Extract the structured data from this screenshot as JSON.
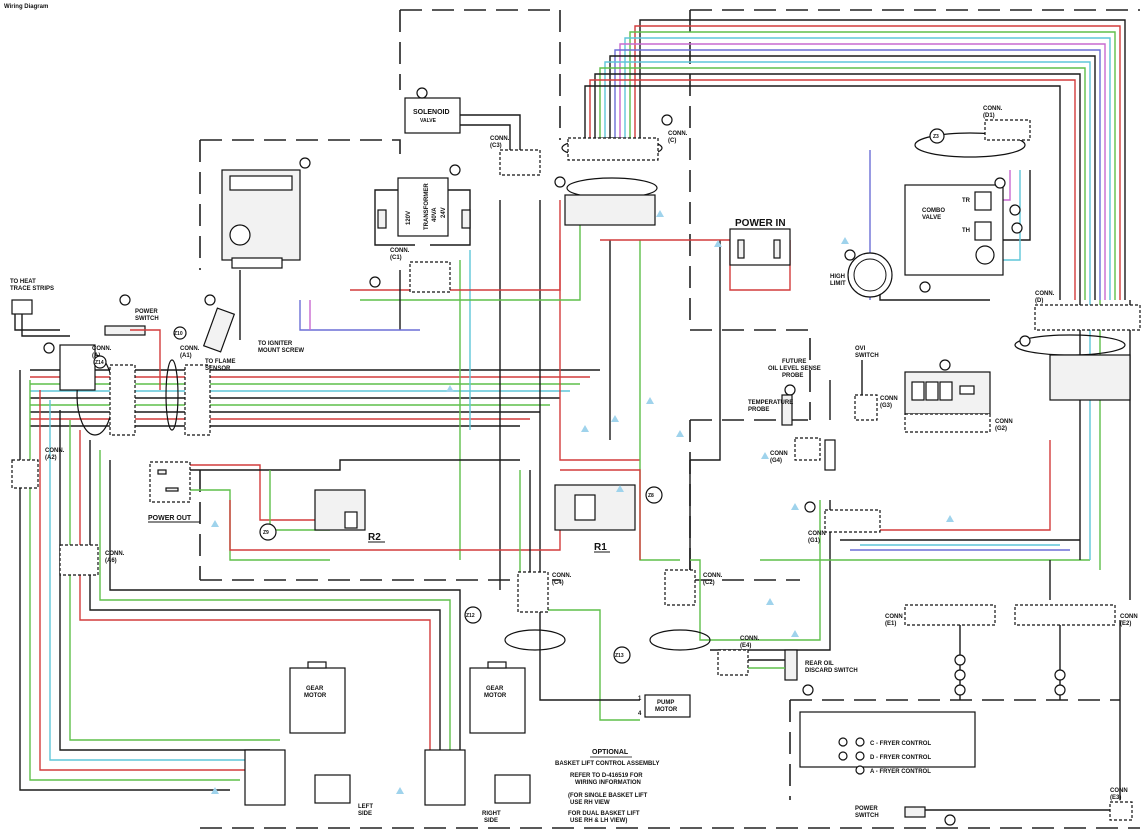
{
  "title": "Wiring Diagram",
  "labels": {
    "heat_strips": "TO HEAT\nTRACE STRIPS",
    "power_switch_top": "POWER\nSWITCH",
    "conn_a": "CONN.\n(A)",
    "conn_a1": "CONN.\n(A1)",
    "conn_a2": "CONN.\n(A2)",
    "conn_a6": "CONN.\n(A6)",
    "solenoid": "SOLENOID\nVALVE",
    "conn_c3": "CONN.\n(C3)",
    "conn_c": "CONN.\n(C)",
    "conn_c1": "CONN.\n(C1)",
    "conn_c2": "CONN.\n(C2)",
    "conn_c4": "CONN.\n(C4)",
    "transformer": "TRANSFORMER\n40VA",
    "v120": "120V",
    "v24": "24V",
    "flame_sensor": "TO FLAME\nSENSOR",
    "igniter": "TO IGNITER\nMOUNT SCREW",
    "power_in": "POWER IN",
    "power_out": "POWER OUT",
    "high_limit": "HIGH\nLIMIT",
    "combo_valve": "COMBO\nVALVE",
    "tr": "TR",
    "th": "TH",
    "conn_d1": "CONN.\n(D1)",
    "conn_d": "CONN.\n(D)",
    "temp_probe": "TEMPERATURE\nPROBE",
    "oil_level": "FUTURE\nOIL LEVEL SENSE\nPROBE",
    "ovi_switch": "OVI\nSWITCH",
    "conn_g3": "CONN\n(G3)",
    "conn_g4": "CONN\n(G4)",
    "conn_g1": "CONN\n(G1)",
    "conn_g2": "CONN\n(G2)",
    "conn_e1": "CONN\n(E1)",
    "conn_e2": "CONN\n(E2)",
    "conn_e3": "CONN\n(E3)",
    "conn_e4": "CONN.\n(E4)",
    "r1": "R1",
    "r2": "R2",
    "rear_oil": "REAR OIL\nDISCARD SWITCH",
    "pump_motor": "PUMP\nMOTOR",
    "gear_motor": "GEAR\nMOTOR",
    "left_side": "LEFT\nSIDE",
    "right_side": "RIGHT\nSIDE",
    "optional": "OPTIONAL",
    "basket_lift": "BASKET LIFT CONTROL ASSEMBLY",
    "refer": "REFER TO D-416519 FOR\nWIRING INFORMATION",
    "single_lift": "(FOR SINGLE BASKET LIFT\nUSE RH VIEW",
    "dual_lift": "FOR DUAL BASKET LIFT\nUSE RH & LH VIEW)",
    "legend_1": "C - FRYER CONTROL",
    "legend_2": "D - FRYER CONTROL",
    "legend_3": "A - FRYER CONTROL",
    "power_switch_bottom": "POWER\nSWITCH",
    "z3": "Z3",
    "z8": "Z8",
    "z9": "Z9",
    "z10": "Z10",
    "z12": "Z12",
    "z13": "Z13",
    "z14": "Z14",
    "pin1": "1",
    "pin4": "4"
  }
}
